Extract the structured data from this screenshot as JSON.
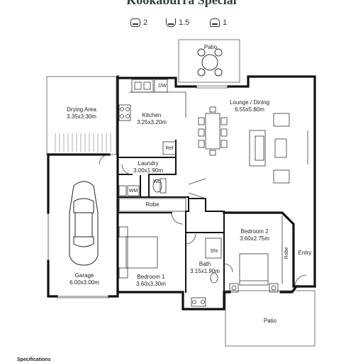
{
  "title": "Kookaburra Special",
  "stats": {
    "beds": "2",
    "baths": "1.5",
    "cars": "1"
  },
  "icons": {
    "beds": "bed-icon",
    "baths": "bath-icon",
    "cars": "car-icon"
  },
  "rooms": {
    "patio_top": "Patio",
    "drying": {
      "name": "Drying Area",
      "size": "3.35x3.30m"
    },
    "kitchen": {
      "name": "Kitchen",
      "size": "3.25x3.20m",
      "dw": "DW",
      "ref": "Ref"
    },
    "lounge": {
      "name": "Lounge / Dining",
      "size": "6.55x5.80m"
    },
    "laundry": {
      "name": "Laundry",
      "size": "3.00x1.90m",
      "wm": "WM",
      "wc": "Wc"
    },
    "robe1": "Robe",
    "garage": {
      "name": "Garage",
      "size": "6.00x3.00m"
    },
    "bed1": {
      "name": "Bedroom 1",
      "size": "3.60x3.30m"
    },
    "bath": {
      "name": "Bath",
      "size": "3.15x1.90m",
      "shr": "Shr"
    },
    "bed2": {
      "name": "Bedroom 2",
      "size": "3.60x2.75m"
    },
    "robe2": "Robe",
    "entry": "Entry",
    "patio_bottom": "Patio"
  },
  "footer": {
    "specifications": "Specifications"
  }
}
